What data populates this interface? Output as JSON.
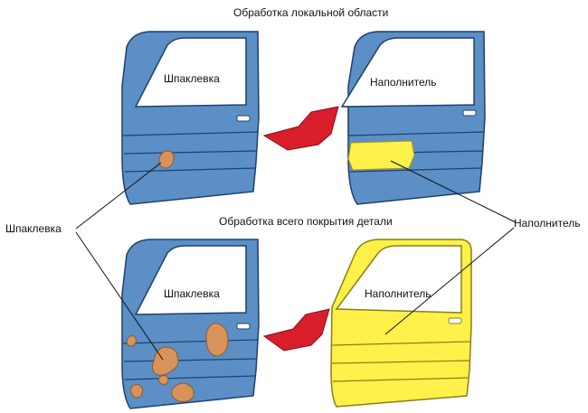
{
  "headings": {
    "top": "Обработка локальной области",
    "bottom": "Обработка всего покрытия детали"
  },
  "labels": {
    "window_putty": "Шпаклевка",
    "window_filler": "Наполнитель",
    "side_putty": "Шпаклевка",
    "side_filler": "Наполнитель"
  },
  "colors": {
    "door_blue": "#5b8fc6",
    "door_outline": "#1f3f6e",
    "putty": "#d9935a",
    "filler_yellow": "#fff04a",
    "arrow_red": "#d81e2a"
  }
}
